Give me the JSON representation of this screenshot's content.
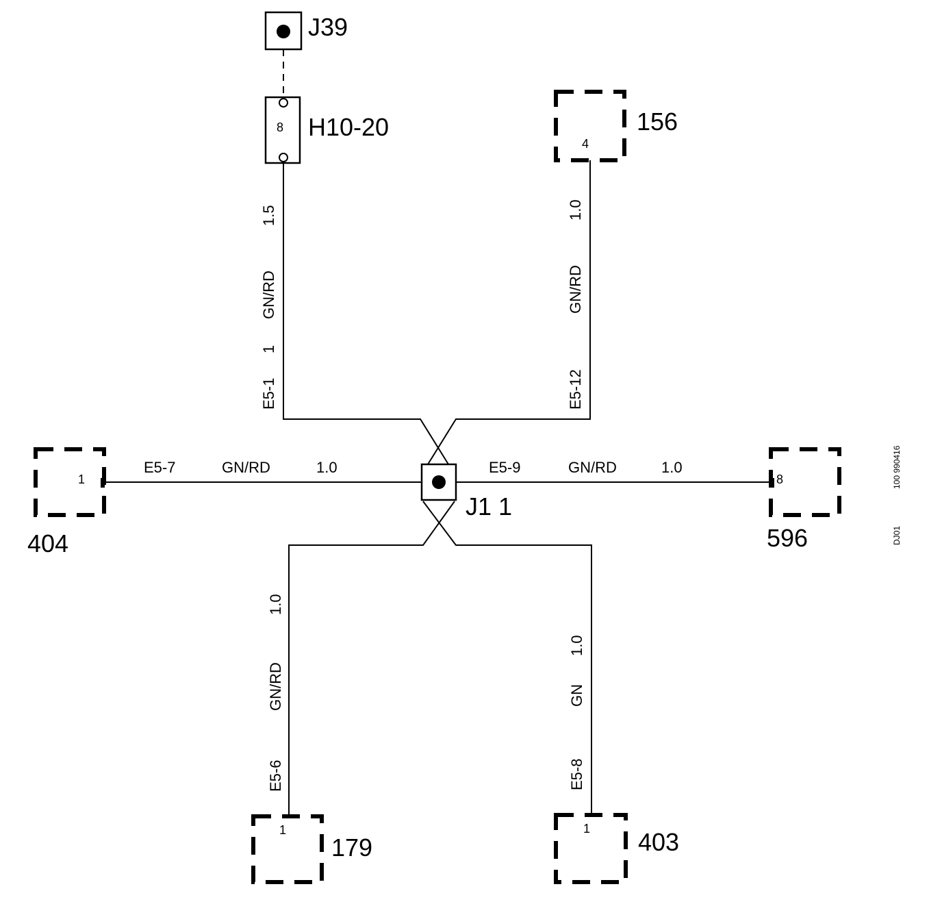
{
  "components": {
    "j39": "J39",
    "h10_20": "H10-20",
    "h10_20_pin": "8",
    "c156": "156",
    "c156_pin": "4",
    "c404": "404",
    "c404_pin": "1",
    "c596": "596",
    "c596_pin": "8",
    "c179": "179",
    "c179_pin": "1",
    "c403": "403",
    "c403_pin": "1",
    "j1_1": "J1  1"
  },
  "wires": {
    "upper_left": {
      "id": "E5-1",
      "pin": "1",
      "color": "GN/RD",
      "size": "1.5"
    },
    "upper_right": {
      "id": "E5-12",
      "color": "GN/RD",
      "size": "1.0"
    },
    "left": {
      "id": "E5-7",
      "color": "GN/RD",
      "size": "1.0"
    },
    "right": {
      "id": "E5-9",
      "color": "GN/RD",
      "size": "1.0"
    },
    "lower_left": {
      "id": "E5-6",
      "color": "GN/RD",
      "size": "1.0"
    },
    "lower_right": {
      "id": "E5-8",
      "color": "GN",
      "size": "1.0"
    }
  },
  "side_notes": {
    "ref": "100 990416",
    "code": "DJ01"
  }
}
